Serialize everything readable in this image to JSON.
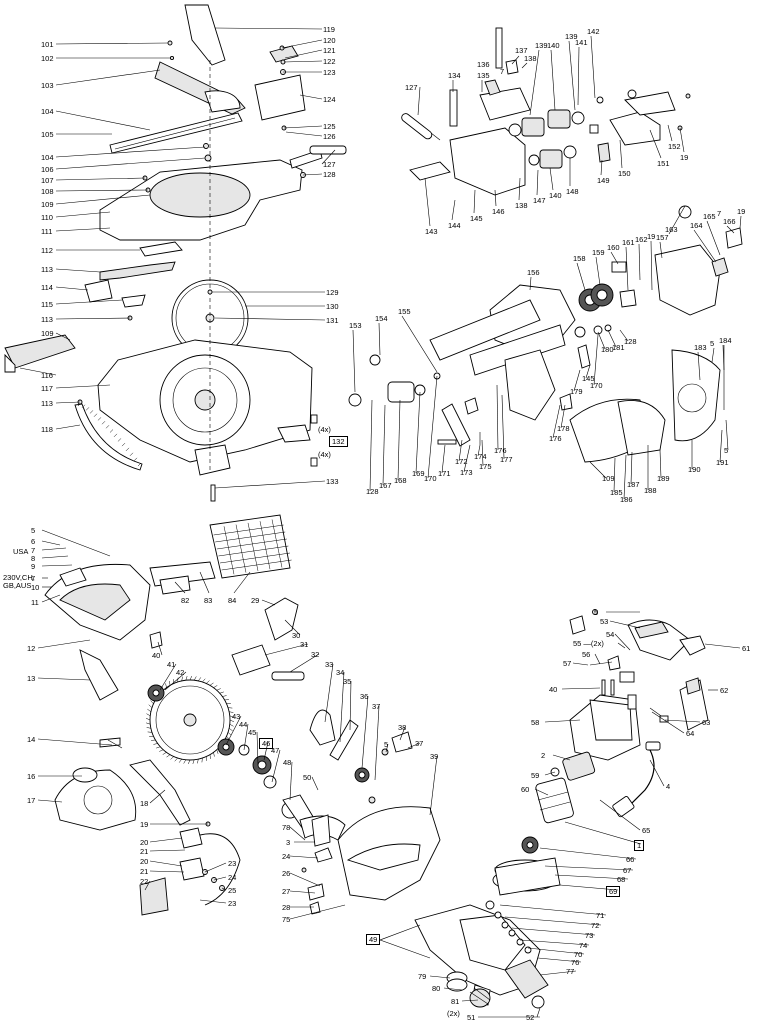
{
  "labels": {
    "n1": "1",
    "n2": "2",
    "n3": "3",
    "n4": "4",
    "n5": "5",
    "n6": "6",
    "n7": "7",
    "n8": "8",
    "n9": "9",
    "n10": "10",
    "n11": "11",
    "n12": "12",
    "n13": "13",
    "n14": "14",
    "n16": "16",
    "n17": "17",
    "n18": "18",
    "n19": "19",
    "n20": "20",
    "n21": "21",
    "n22": "22",
    "n23": "23",
    "n24": "24",
    "n25": "25",
    "n26": "26",
    "n27": "27",
    "n28": "28",
    "n29": "29",
    "n30": "30",
    "n31": "31",
    "n32": "32",
    "n33": "33",
    "n34": "34",
    "n35": "35",
    "n36": "36",
    "n37": "37",
    "n38": "38",
    "n39": "39",
    "n40": "40",
    "n41": "41",
    "n42": "42",
    "n43": "43",
    "n44": "44",
    "n45": "45",
    "n46": "46",
    "n47": "47",
    "n48": "48",
    "n49": "49",
    "n50": "50",
    "n51": "51",
    "n52": "52",
    "n53": "53",
    "n54": "54",
    "n55": "55",
    "n56": "56",
    "n57": "57",
    "n58": "58",
    "n59": "59",
    "n60": "60",
    "n61": "61",
    "n62": "62",
    "n63": "63",
    "n64": "64",
    "n65": "65",
    "n66": "66",
    "n67": "67",
    "n68": "68",
    "n69": "69",
    "n70": "70",
    "n71": "71",
    "n72": "72",
    "n73": "73",
    "n74": "74",
    "n75": "75",
    "n76": "76",
    "n77": "77",
    "n78": "78",
    "n79": "79",
    "n80": "80",
    "n81": "81",
    "n82": "82",
    "n83": "83",
    "n84": "84",
    "n101": "101",
    "n102": "102",
    "n103": "103",
    "n104": "104",
    "n105": "105",
    "n106": "106",
    "n107": "107",
    "n108": "108",
    "n109": "109",
    "n110": "110",
    "n111": "111",
    "n112": "112",
    "n113": "113",
    "n114": "114",
    "n115": "115",
    "n116": "116",
    "n117": "117",
    "n118": "118",
    "n119": "119",
    "n120": "120",
    "n121": "121",
    "n122": "122",
    "n123": "123",
    "n124": "124",
    "n125": "125",
    "n126": "126",
    "n127": "127",
    "n128": "128",
    "n129": "129",
    "n130": "130",
    "n131": "131",
    "n132": "132",
    "n133": "133",
    "n134": "134",
    "n135": "135",
    "n136": "136",
    "n137": "137",
    "n138": "138",
    "n139": "139",
    "n140": "140",
    "n141": "141",
    "n142": "142",
    "n143": "143",
    "n144": "144",
    "n145": "145",
    "n146": "146",
    "n147": "147",
    "n148": "148",
    "n149": "149",
    "n150": "150",
    "n151": "151",
    "n152": "152",
    "n153": "153",
    "n154": "154",
    "n155": "155",
    "n156": "156",
    "n157": "157",
    "n158": "158",
    "n159": "159",
    "n160": "160",
    "n161": "161",
    "n162": "162",
    "n163": "163",
    "n164": "164",
    "n165": "165",
    "n166": "166",
    "n167": "167",
    "n168": "168",
    "n169": "169",
    "n170": "170",
    "n171": "171",
    "n172": "172",
    "n173": "173",
    "n174": "174",
    "n175": "175",
    "n176": "176",
    "n177": "177",
    "n178": "178",
    "n179": "179",
    "n180": "180",
    "n181": "181",
    "n183": "183",
    "n184": "184",
    "n185": "185",
    "n186": "186",
    "n187": "187",
    "n188": "188",
    "n189": "189",
    "n190": "190",
    "n191": "191",
    "qty4x": "(4x)",
    "qty2x": "(2x)",
    "qty2x_55": "55 —(2x)",
    "usa": "USA",
    "region_other": "230V,CH,",
    "region_other2": "GB,AUS"
  },
  "colors": {
    "line": "#000000",
    "fill_light": "#e6e6e6",
    "fill_dark": "#555555",
    "background": "#ffffff"
  }
}
